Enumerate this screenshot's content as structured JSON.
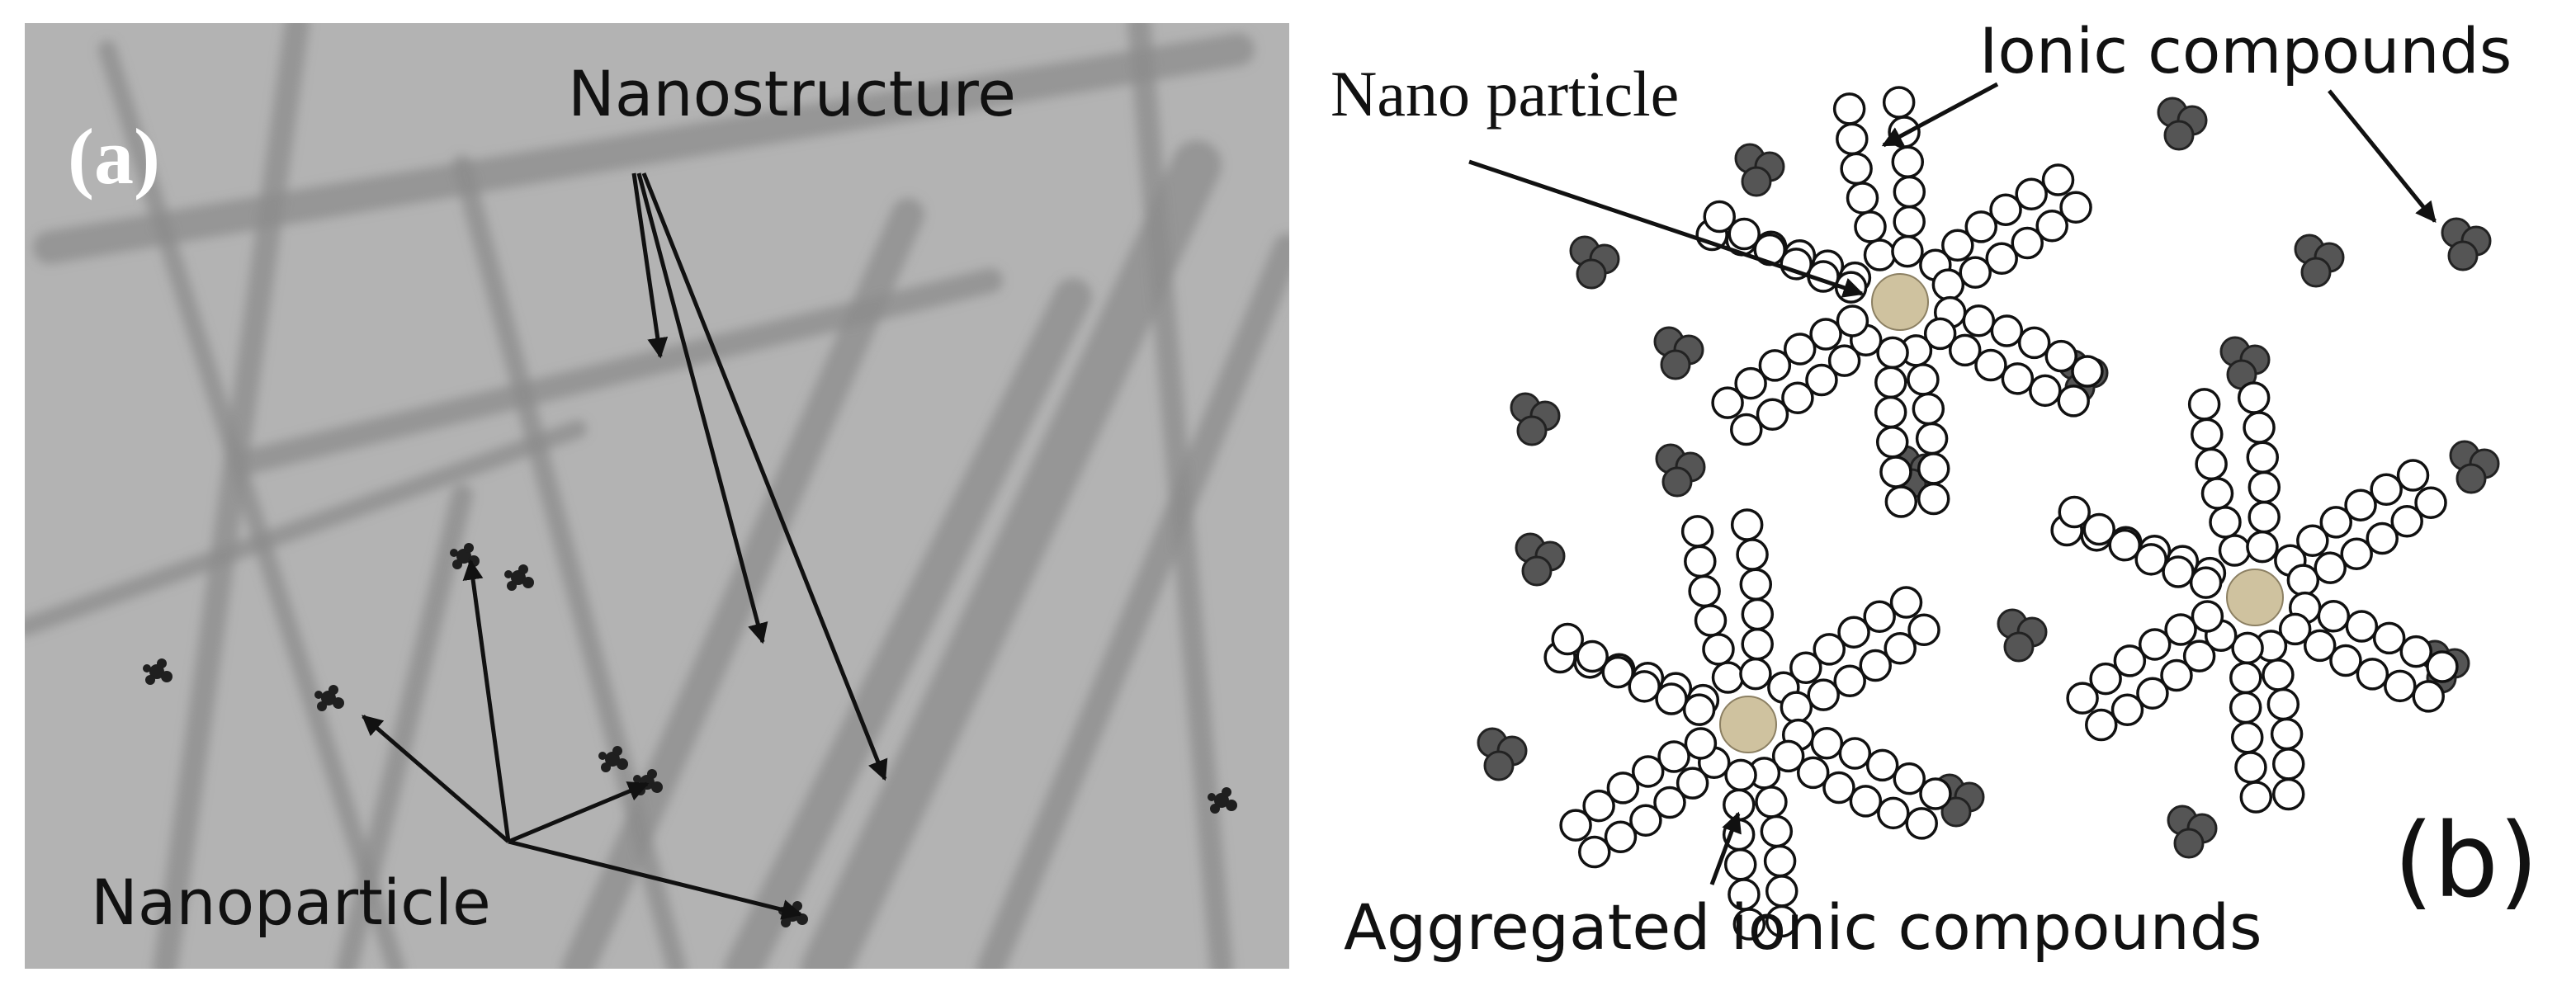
{
  "panel_a": {
    "tag": "(a)",
    "label_nanostructure": "Nanostructure",
    "label_nanoparticle": "Nanoparticle"
  },
  "panel_b": {
    "tag": "(b)",
    "label_nano_particle": "Nano particle",
    "label_ionic_compounds": "Ionic compounds",
    "label_aggregated": "Aggregated ionic compounds"
  },
  "colors": {
    "micrograph_bg": "#b3b3b3",
    "fiber": "#8c8c8c",
    "core": "#cfc29f",
    "ion": "#555555",
    "ring_stroke": "#111111"
  }
}
